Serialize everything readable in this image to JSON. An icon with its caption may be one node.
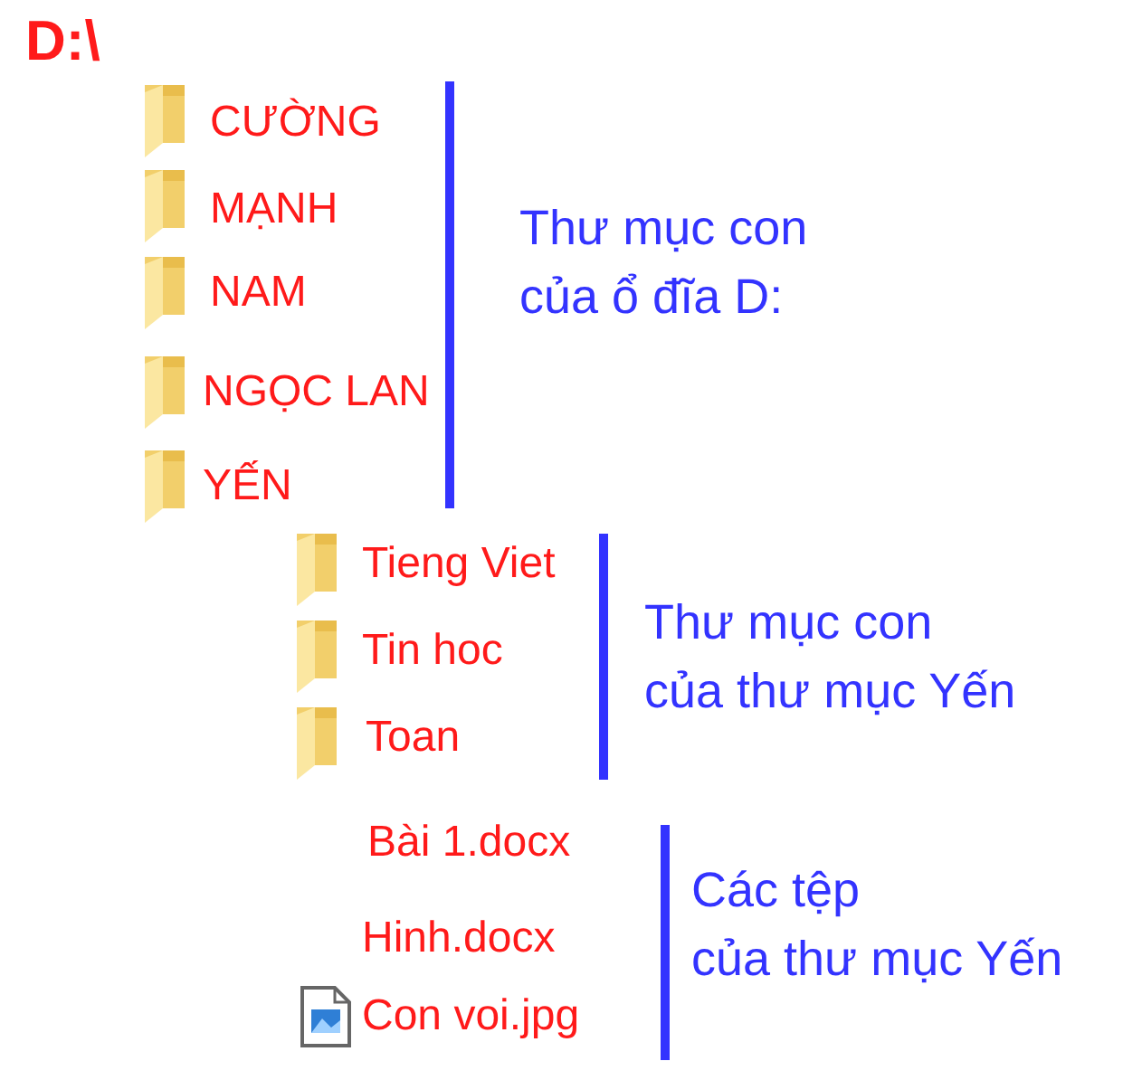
{
  "diagram": {
    "title": "D:\\",
    "labels": [
      "CƯỜNG",
      "MẠNH",
      "NAM",
      "NGỌC LAN",
      "YẾN",
      "Thư mục con của ổ đĩa D:",
      "Tieng Viet",
      "Tin hoc",
      "Toan",
      "Thư mục con của thư mục Yến",
      "Bài 1.docx",
      "Hinh.docx",
      "Con voi.jpg",
      "Các tệp của thư mục Yến"
    ]
  }
}
